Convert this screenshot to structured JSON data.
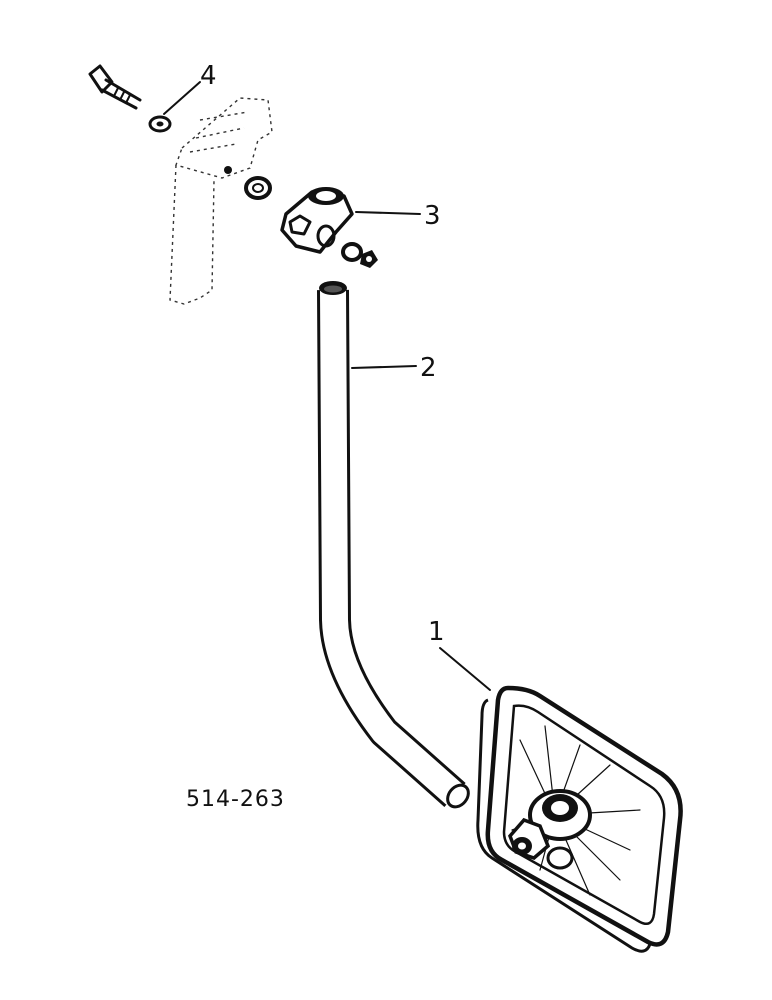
{
  "figure_number": "514-263",
  "callouts": [
    {
      "id": "1",
      "part": "mirror-head"
    },
    {
      "id": "2",
      "part": "mirror-arm"
    },
    {
      "id": "3",
      "part": "clamp-bracket"
    },
    {
      "id": "4",
      "part": "bolt-washer"
    }
  ],
  "colors": {
    "ink": "#111111",
    "background": "#ffffff"
  }
}
